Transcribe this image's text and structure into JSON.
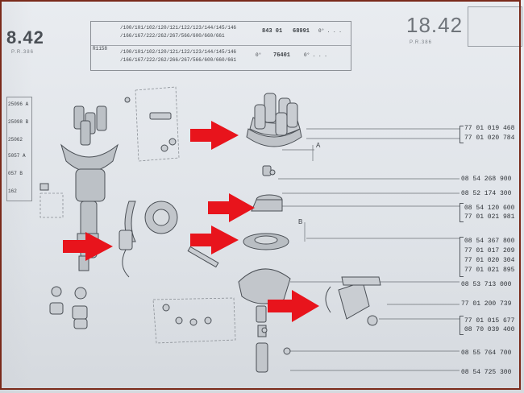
{
  "page": {
    "left_number": "8.42",
    "right_number": "18.42",
    "left_sub": "P.R.386",
    "right_sub": "P.R.386"
  },
  "header": {
    "row1_models": "/100/101/102/120/121/122/123/144/145/146",
    "row1_models_b": "/166/167/222/262/267/566/600/660/661",
    "row1_code": "843 01",
    "row1_ref": "68991",
    "row1_tail": "0° . . .",
    "row2_prefix": "R1158",
    "row2_models": "/100/101/102/120/121/122/123/144/145/146",
    "row2_models_b": "/166/167/222/262/266/267/566/600/660/661",
    "row2_code": "0°",
    "row2_ref": "76401",
    "row2_tail": "0° . . ."
  },
  "left_labels": [
    "25096 A",
    "25098 B",
    "25062",
    "5057 A",
    "057 B",
    "162"
  ],
  "callouts": {
    "a": "A",
    "b": "B"
  },
  "part_numbers": [
    "77 01 019 468",
    "77 01 020 784",
    "08 54 268 900",
    "08 52 174 300",
    "08 54 120 600",
    "77 01 021 981",
    "08 54 367 800",
    "77 01 017 209",
    "77 01 020 304",
    "77 01 021 895",
    "08 53 713 000",
    "77 01 200 739",
    "77 01 015 677",
    "08 70 039 400",
    "08 55 764 700",
    "08 54 725 300"
  ],
  "colors": {
    "arrow": "#e8141c",
    "frame": "#7a2a1a",
    "paper": "#e3e7eb",
    "ink": "#3b3f44"
  }
}
